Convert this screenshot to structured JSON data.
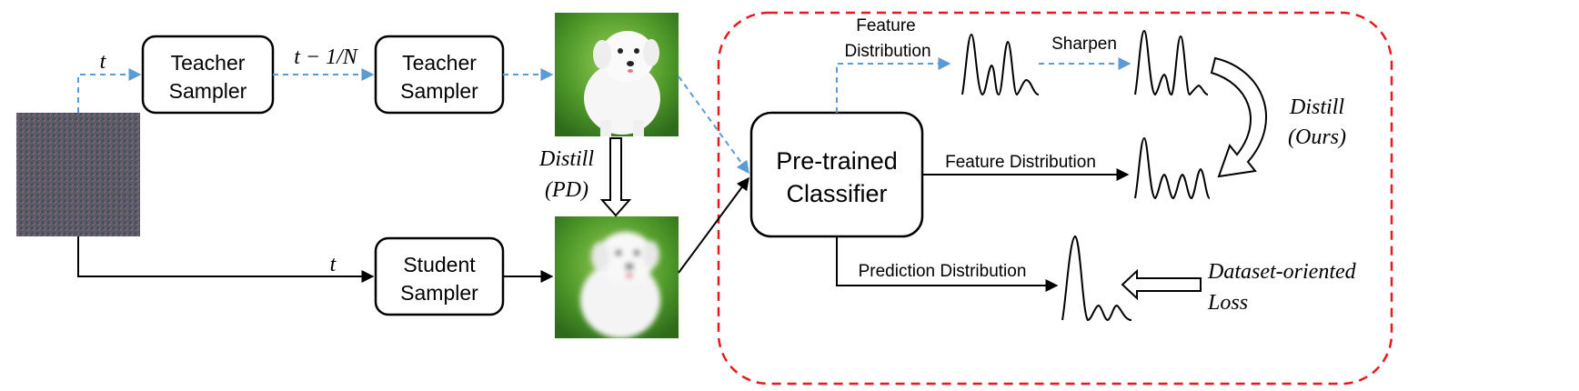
{
  "boxes": {
    "teacher1": [
      "Teacher",
      "Sampler"
    ],
    "teacher2": [
      "Teacher",
      "Sampler"
    ],
    "student": [
      "Student",
      "Sampler"
    ],
    "classifier": [
      "Pre-trained",
      "Classifier"
    ]
  },
  "labels": {
    "t_top": "t",
    "t_step": "t − 1/N",
    "t_bottom": "t",
    "distill_pd": [
      "Distill",
      "(PD)"
    ],
    "feature_dist_top": [
      "Feature",
      "Distribution"
    ],
    "sharpen": "Sharpen",
    "distill_ours": [
      "Distill",
      "(Ours)"
    ],
    "feature_dist_mid": "Feature Distribution",
    "prediction_dist": "Prediction Distribution",
    "dataset_loss": [
      "Dataset-oriented",
      "Loss"
    ]
  },
  "colors": {
    "dashed_arrow": "#5b9bd5",
    "region_border": "#e8191e",
    "solid": "#000000"
  }
}
